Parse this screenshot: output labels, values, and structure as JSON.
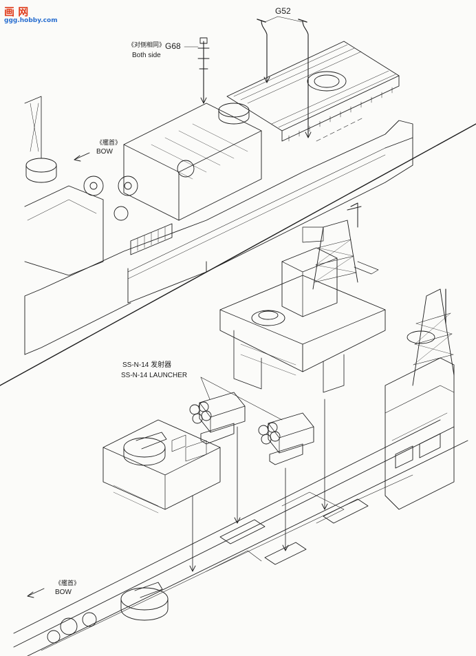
{
  "watermark": {
    "line1": "画 网",
    "line2": "ggg.hobby.com"
  },
  "top_panel": {
    "part_g52": "G52",
    "both_side_cn": "《对侧相同》",
    "part_g68": "G68",
    "both_side_en": "Both side",
    "bow_cn": "《艦首》",
    "bow_en": "BOW"
  },
  "bottom_panel": {
    "launcher_cn": "SS-N-14  发射器",
    "launcher_en": "SS-N-14 LAUNCHER",
    "bow_cn": "《艦首》",
    "bow_en": "BOW"
  },
  "colors": {
    "ink": "#1a1a1a",
    "paper": "#fbfbf9",
    "watermark_red": "#e04020",
    "watermark_blue": "#2a6fd0"
  }
}
